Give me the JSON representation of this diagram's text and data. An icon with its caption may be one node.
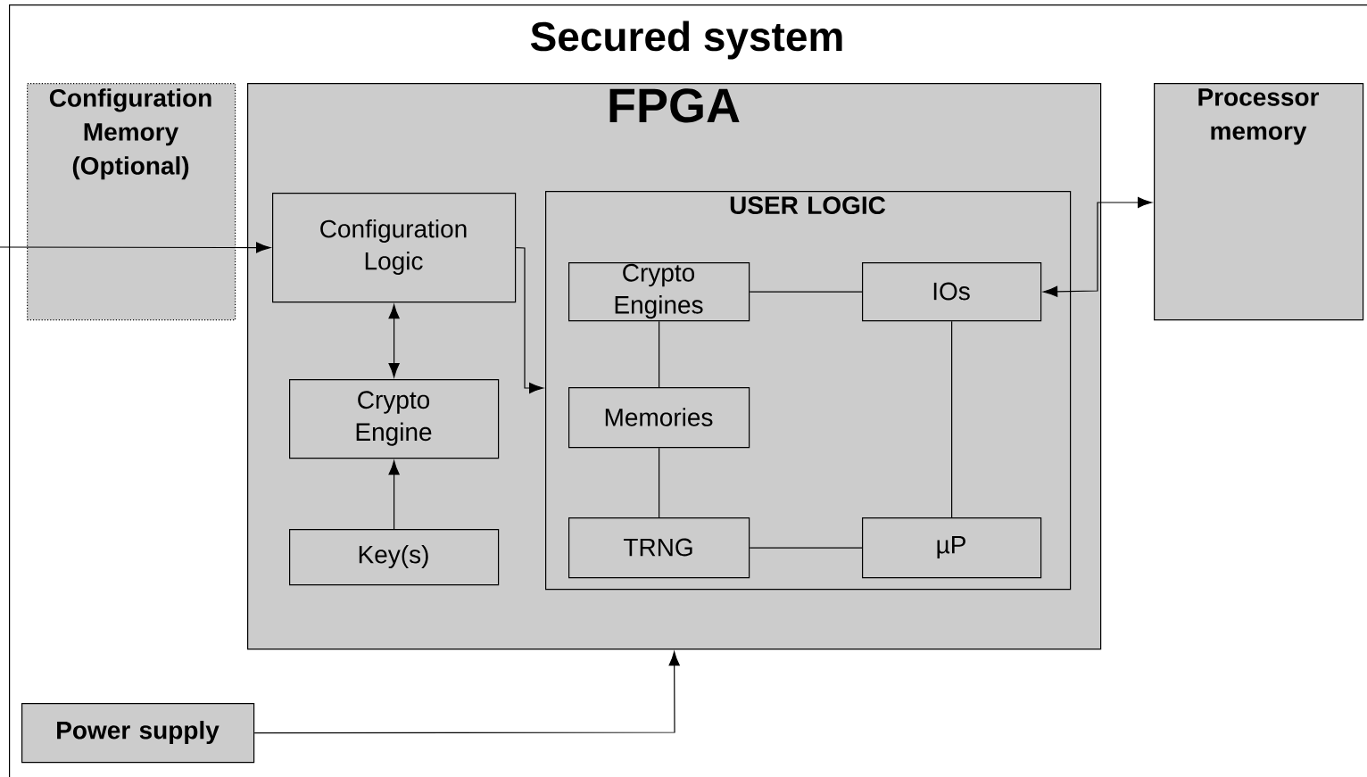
{
  "diagram": {
    "title": "Secured system",
    "nodes": [
      {
        "text": [],
        "shape": "box"
      },
      {
        "text": [
          "Configuration Memory (Optional)"
        ],
        "in": 0
      },
      {
        "text": [
          "FPGA"
        ],
        "in": 0
      },
      {
        "text": [
          "Processor memory"
        ],
        "in": 0
      },
      {
        "text": [
          "Configuration Logic"
        ],
        "in": 2
      },
      {
        "text": [
          "USER LOGIC"
        ],
        "in": 2
      },
      {
        "text": [
          "Crypto Engines"
        ],
        "in": 5
      },
      {
        "text": [
          "IOs"
        ],
        "in": 5
      },
      {
        "text": [
          "Crypto Engine"
        ],
        "in": 2
      },
      {
        "text": [
          "Memories"
        ],
        "in": 5
      },
      {
        "text": [
          "Key(s)"
        ],
        "in": 2
      },
      {
        "text": [
          "TRNG"
        ],
        "in": 5
      },
      {
        "text": [
          "µP"
        ],
        "in": 5
      },
      {
        "text": [
          "Power supply"
        ],
        "in": 0
      }
    ],
    "edges": [
      {
        "from": null,
        "to": 4,
        "arrow": "to"
      },
      {
        "from": 4,
        "to": 5,
        "arrow": "to"
      },
      {
        "from": 4,
        "to": 8,
        "arrow": "both"
      },
      {
        "from": 10,
        "to": 8,
        "arrow": "to"
      },
      {
        "from": 6,
        "to": 7,
        "arrow": "none"
      },
      {
        "from": 6,
        "to": 9,
        "arrow": "none"
      },
      {
        "from": 9,
        "to": 11,
        "arrow": "none"
      },
      {
        "from": 11,
        "to": 12,
        "arrow": "none"
      },
      {
        "from": 7,
        "to": 12,
        "arrow": "none"
      },
      {
        "from": 7,
        "to": 3,
        "arrow": "both"
      },
      {
        "from": 13,
        "to": 2,
        "arrow": "to"
      }
    ]
  }
}
